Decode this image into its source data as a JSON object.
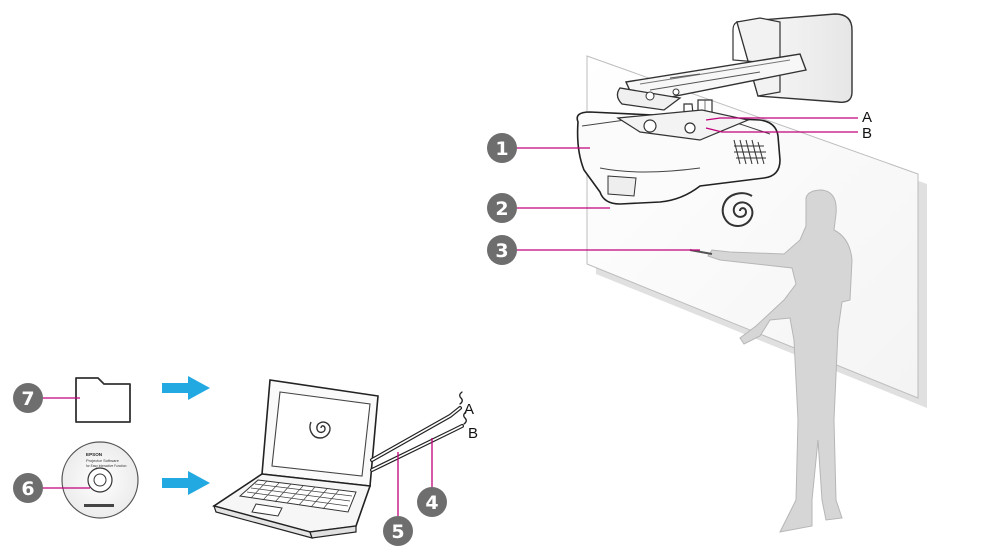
{
  "callouts": {
    "c1": "1",
    "c2": "2",
    "c3": "3",
    "c4": "4",
    "c5": "5",
    "c6": "6",
    "c7": "7"
  },
  "cable_labels": {
    "projector_a": "A",
    "projector_b": "B",
    "laptop_a": "A",
    "laptop_b": "B"
  },
  "cd_label": {
    "brand": "EPSON",
    "line1": "Projector Software",
    "line2": "for Easy Interactive Function"
  },
  "colors": {
    "callout_fill": "#6e6e6e",
    "leader_line": "#c0007a",
    "arrow": "#22a9e1",
    "person": "#d9d9d9",
    "screen_shadow": "#dcdcdc"
  }
}
